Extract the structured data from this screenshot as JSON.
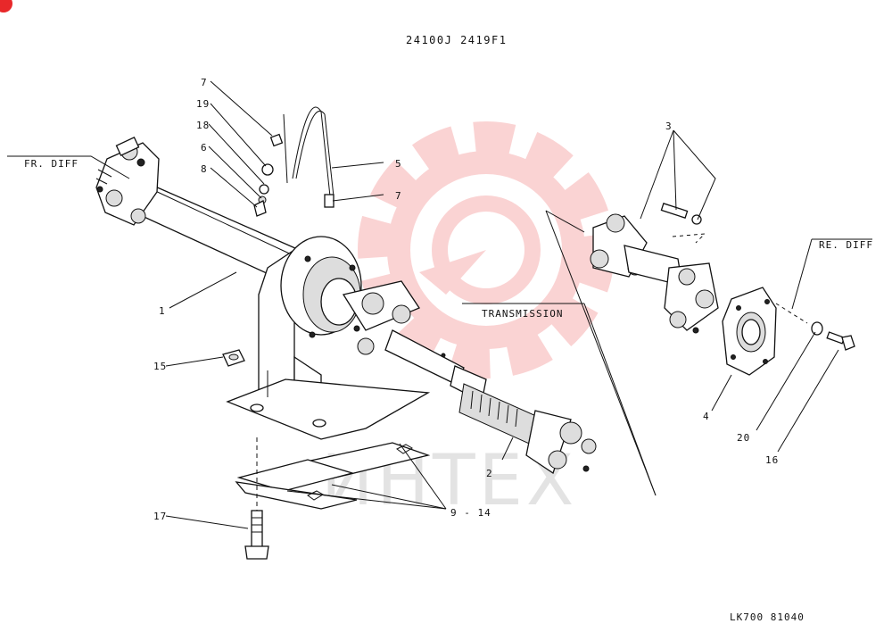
{
  "title": "24100J  2419F1",
  "footer_code": "LK700  81040",
  "watermark_text": "ИНТЕХ",
  "callouts": {
    "fr_diff": "FR. DIFF",
    "re_diff": "RE. DIFF",
    "transmission": "TRANSMISSION",
    "p1": "1",
    "p2": "2",
    "p3": "3",
    "p4": "4",
    "p5": "5",
    "p6": "6",
    "p7a": "7",
    "p7b": "7",
    "p8": "8",
    "p9_14": "9 - 14",
    "p15": "15",
    "p16": "16",
    "p17": "17",
    "p18": "18",
    "p19": "19",
    "p20": "20"
  },
  "colors": {
    "watermark_red": "#e8282a",
    "ink": "#111111"
  }
}
